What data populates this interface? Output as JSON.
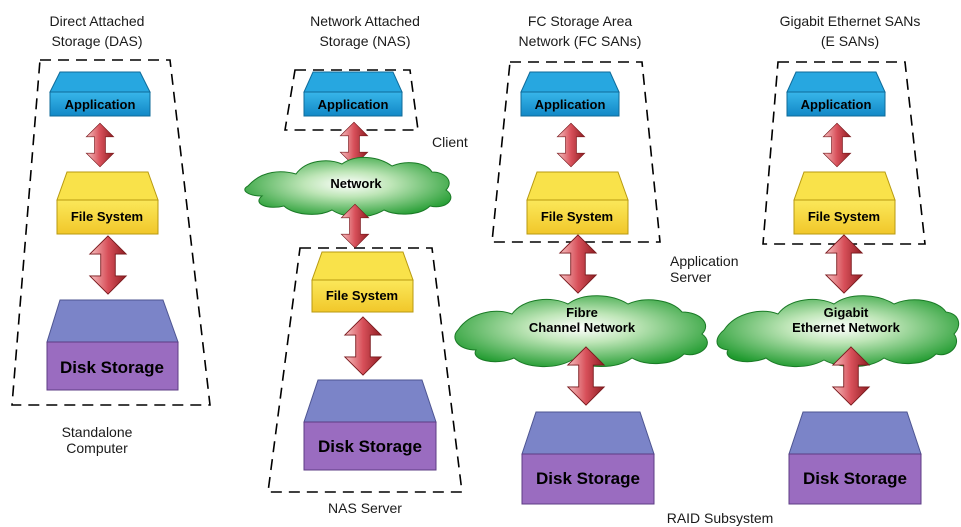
{
  "columns": {
    "das": {
      "title_line1": "Direct Attached",
      "title_line2": "Storage (DAS)"
    },
    "nas": {
      "title_line1": "Network Attached",
      "title_line2": "Storage (NAS)"
    },
    "fc": {
      "title_line1": "FC Storage Area",
      "title_line2": "Network (FC SANs)"
    },
    "esan": {
      "title_line1": "Gigabit Ethernet SANs",
      "title_line2": "(E SANs)"
    }
  },
  "blocks": {
    "application": "Application",
    "file_system": "File System",
    "disk_storage": "Disk Storage"
  },
  "networks": {
    "nas_network": "Network",
    "fc_line1": "Fibre",
    "fc_line2": "Channel Network",
    "gig_line1": "Gigabit",
    "gig_line2": "Ethernet Network"
  },
  "labels": {
    "standalone_line1": "Standalone",
    "standalone_line2": "Computer",
    "client": "Client",
    "nas_server": "NAS Server",
    "app_server_line1": "Application",
    "app_server_line2": "Server",
    "raid": "RAID Subsystem"
  },
  "colors": {
    "application": "#1b9fd6",
    "file_system": "#f7e03a",
    "disk_storage": "#7b84c8",
    "disk_front": "#9a6cc0",
    "network_cloud": "#2eaa3a",
    "arrow": "#d24a4a"
  }
}
